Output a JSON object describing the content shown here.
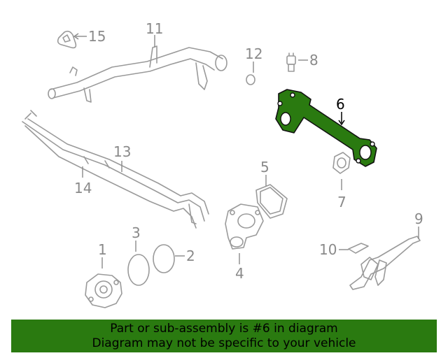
{
  "callouts": {
    "c1": "1",
    "c2": "2",
    "c3": "3",
    "c4": "4",
    "c5": "5",
    "c6": "6",
    "c7": "7",
    "c8": "8",
    "c9": "9",
    "c10": "10",
    "c11": "11",
    "c12": "12",
    "c13": "13",
    "c14": "14",
    "c15": "15"
  },
  "highlight": {
    "part": "6",
    "color": "#2a7a10"
  },
  "banner": {
    "line1": "Part or sub-assembly is #6 in diagram",
    "line2": "Diagram may not be specific to your vehicle",
    "background": "#2a7a10"
  }
}
